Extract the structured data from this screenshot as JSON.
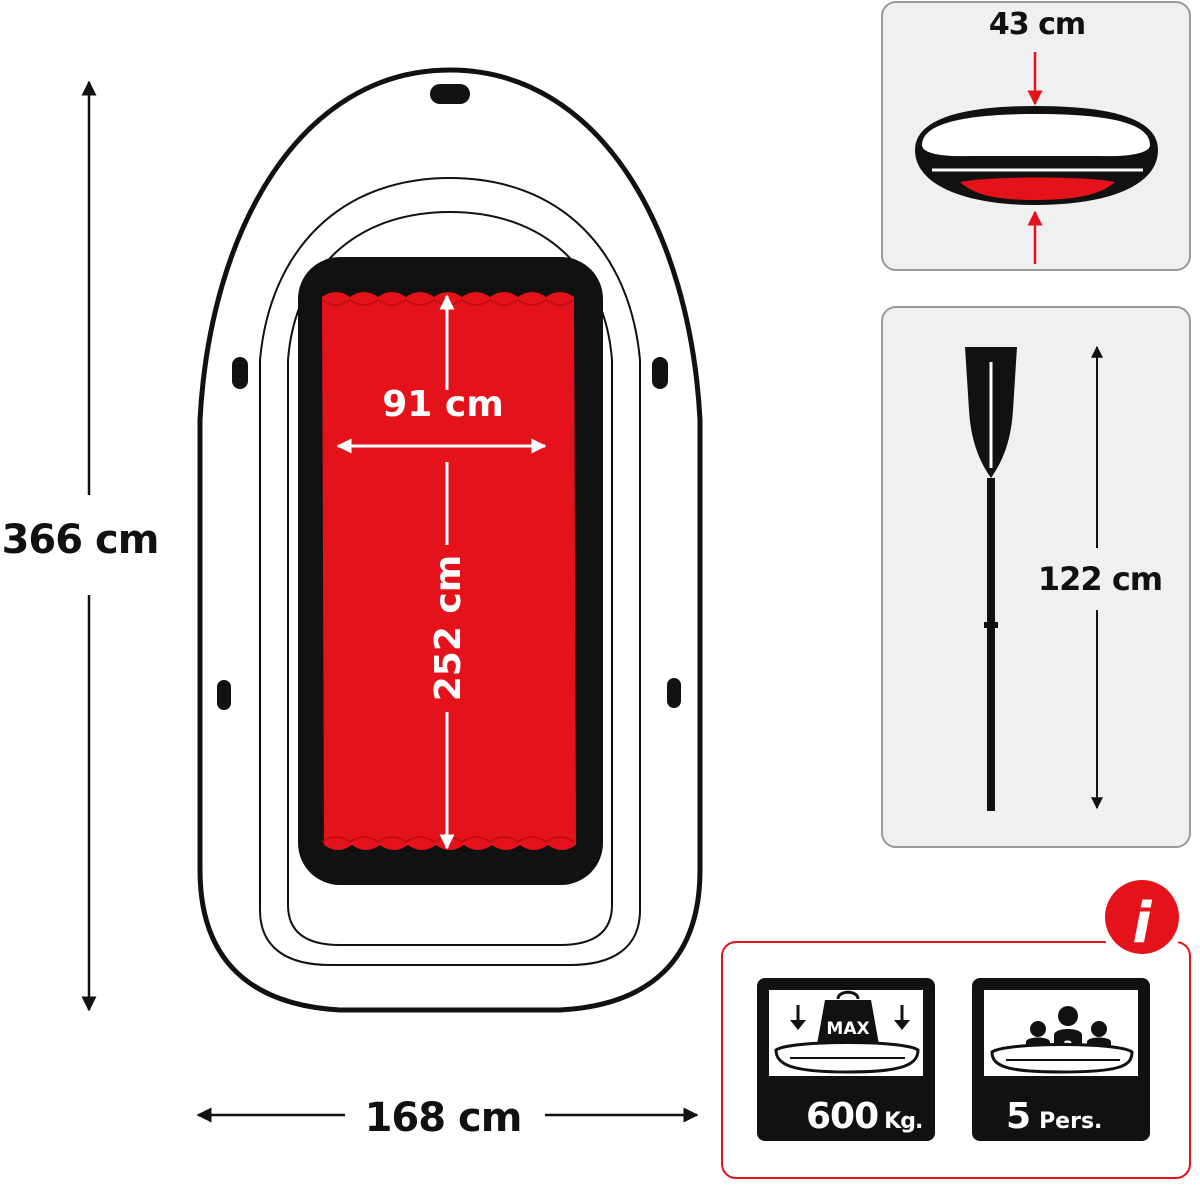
{
  "boat": {
    "total_length": "366 cm",
    "total_width": "168 cm",
    "floor_width": "91 cm",
    "floor_length": "252 cm"
  },
  "tube": {
    "diameter": "43 cm"
  },
  "oar": {
    "length": "122 cm"
  },
  "info": {
    "badge": "i",
    "max_load_tag": "MAX",
    "max_load_value": "600",
    "max_load_unit": "Kg.",
    "capacity_value": "5",
    "capacity_unit": "Pers.",
    "capacity_symbol": "?"
  },
  "colors": {
    "accent_red": "#e3121b",
    "dark": "#111111",
    "panel_bg": "#f0f0f0"
  }
}
